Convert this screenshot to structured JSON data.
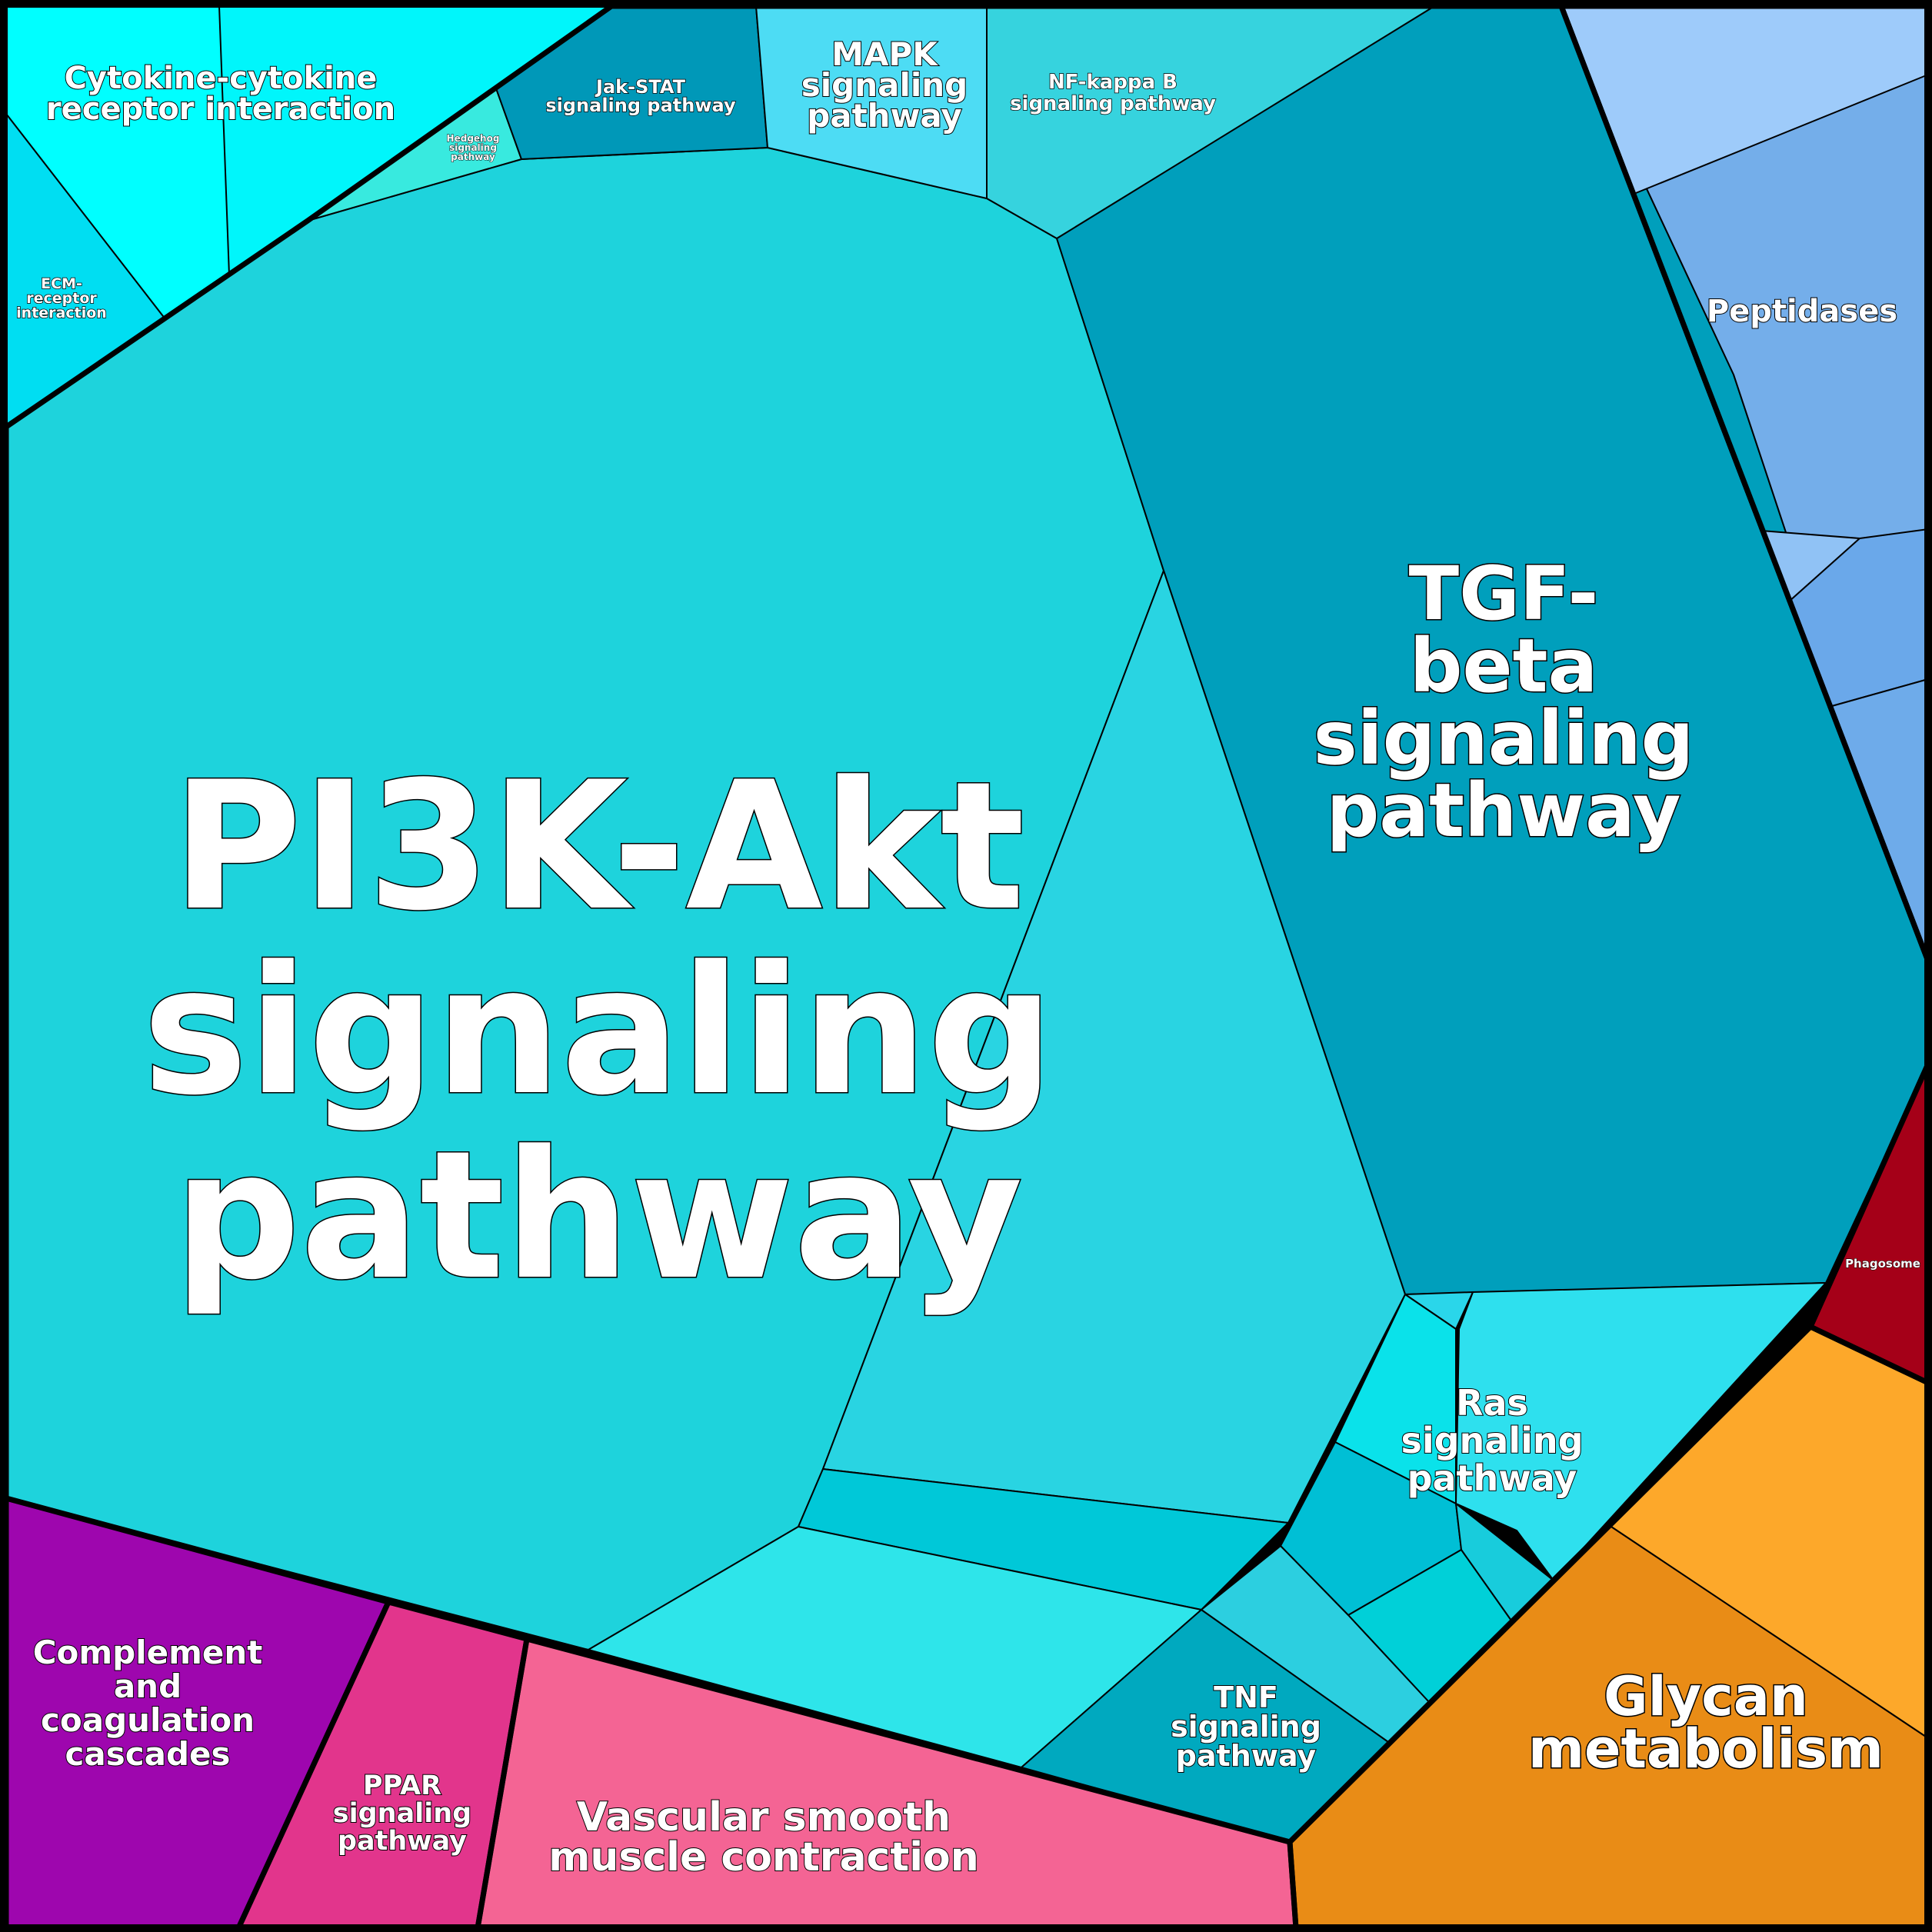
{
  "chart_data": {
    "type": "voronoi-treemap",
    "cells": [
      {
        "id": "pi3k",
        "label": "PI3K-Akt signaling pathway",
        "color": "#1ed3dc"
      },
      {
        "id": "tgf",
        "label": "TGF-beta signaling pathway",
        "color": "#009fbc"
      },
      {
        "id": "sig-mid",
        "label": "",
        "color": "#29d4e2"
      },
      {
        "id": "sig-strip1",
        "label": "",
        "color": "#00c8d8"
      },
      {
        "id": "sig-strip2",
        "label": "",
        "color": "#2ee5ea"
      },
      {
        "id": "ras",
        "label": "Ras signaling pathway",
        "color": "#2ee0ee"
      },
      {
        "id": "ras-a",
        "label": "",
        "color": "#2ad6ea"
      },
      {
        "id": "ras-b",
        "label": "",
        "color": "#0ae2ea"
      },
      {
        "id": "ras-c",
        "label": "",
        "color": "#00bfd5"
      },
      {
        "id": "ras-d",
        "label": "",
        "color": "#00d0d8"
      },
      {
        "id": "ras-e",
        "label": "",
        "color": "#18ccdc"
      },
      {
        "id": "ras-f",
        "label": "",
        "color": "#2ccfe0"
      },
      {
        "id": "tnf",
        "label": "TNF signaling pathway",
        "color": "#00a9bf"
      },
      {
        "id": "cytokine",
        "label": "Cytokine-cytokine receptor interaction",
        "color": "#00ffff"
      },
      {
        "id": "cytokine-b",
        "label": "",
        "color": "#00f6fb"
      },
      {
        "id": "ecm",
        "label": "ECM-receptor interaction",
        "color": "#00def2"
      },
      {
        "id": "hedgehog",
        "label": "Hedgehog signaling pathway",
        "color": "#38eadf"
      },
      {
        "id": "jak",
        "label": "Jak-STAT signaling pathway",
        "color": "#0098b8"
      },
      {
        "id": "mapk",
        "label": "MAPK signaling pathway",
        "color": "#4ddcf4"
      },
      {
        "id": "nfkb",
        "label": "NF-kappa B signaling pathway",
        "color": "#36d3de"
      },
      {
        "id": "peptidases",
        "label": "Peptidases",
        "color": "#74aeea"
      },
      {
        "id": "pep-a",
        "label": "",
        "color": "#9ecbfa"
      },
      {
        "id": "pep-b",
        "label": "",
        "color": "#90c2f5"
      },
      {
        "id": "pep-c",
        "label": "",
        "color": "#6aa8ea"
      },
      {
        "id": "pep-d",
        "label": "",
        "color": "#6eabea"
      },
      {
        "id": "phagosome",
        "label": "Phagosome",
        "color": "#a50018"
      },
      {
        "id": "glycan",
        "label": "Glycan metabolism",
        "color": "#e98c16"
      },
      {
        "id": "glycan-b",
        "label": "",
        "color": "#fda82a"
      },
      {
        "id": "complement",
        "label": "Complement and coagulation cascades",
        "color": "#9e06ae"
      },
      {
        "id": "ppar",
        "label": "PPAR signaling pathway",
        "color": "#e2358c"
      },
      {
        "id": "vascular",
        "label": "Vascular smooth muscle contraction",
        "color": "#f46494"
      }
    ]
  }
}
